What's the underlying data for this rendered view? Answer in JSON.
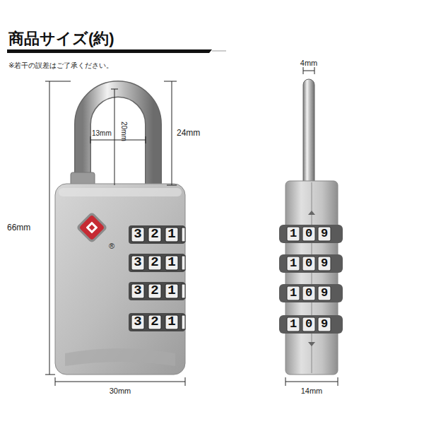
{
  "diagram": {
    "title": "商品サイズ(約)",
    "labels": [
      "※若干の誤差はご了承ください。",
      "4mm",
      "13mm",
      "20mm",
      "24mm",
      "66mm",
      "30mm",
      "14mm",
      "®",
      "321",
      "321",
      "321",
      "321",
      "109",
      "109",
      "109",
      "109"
    ]
  }
}
